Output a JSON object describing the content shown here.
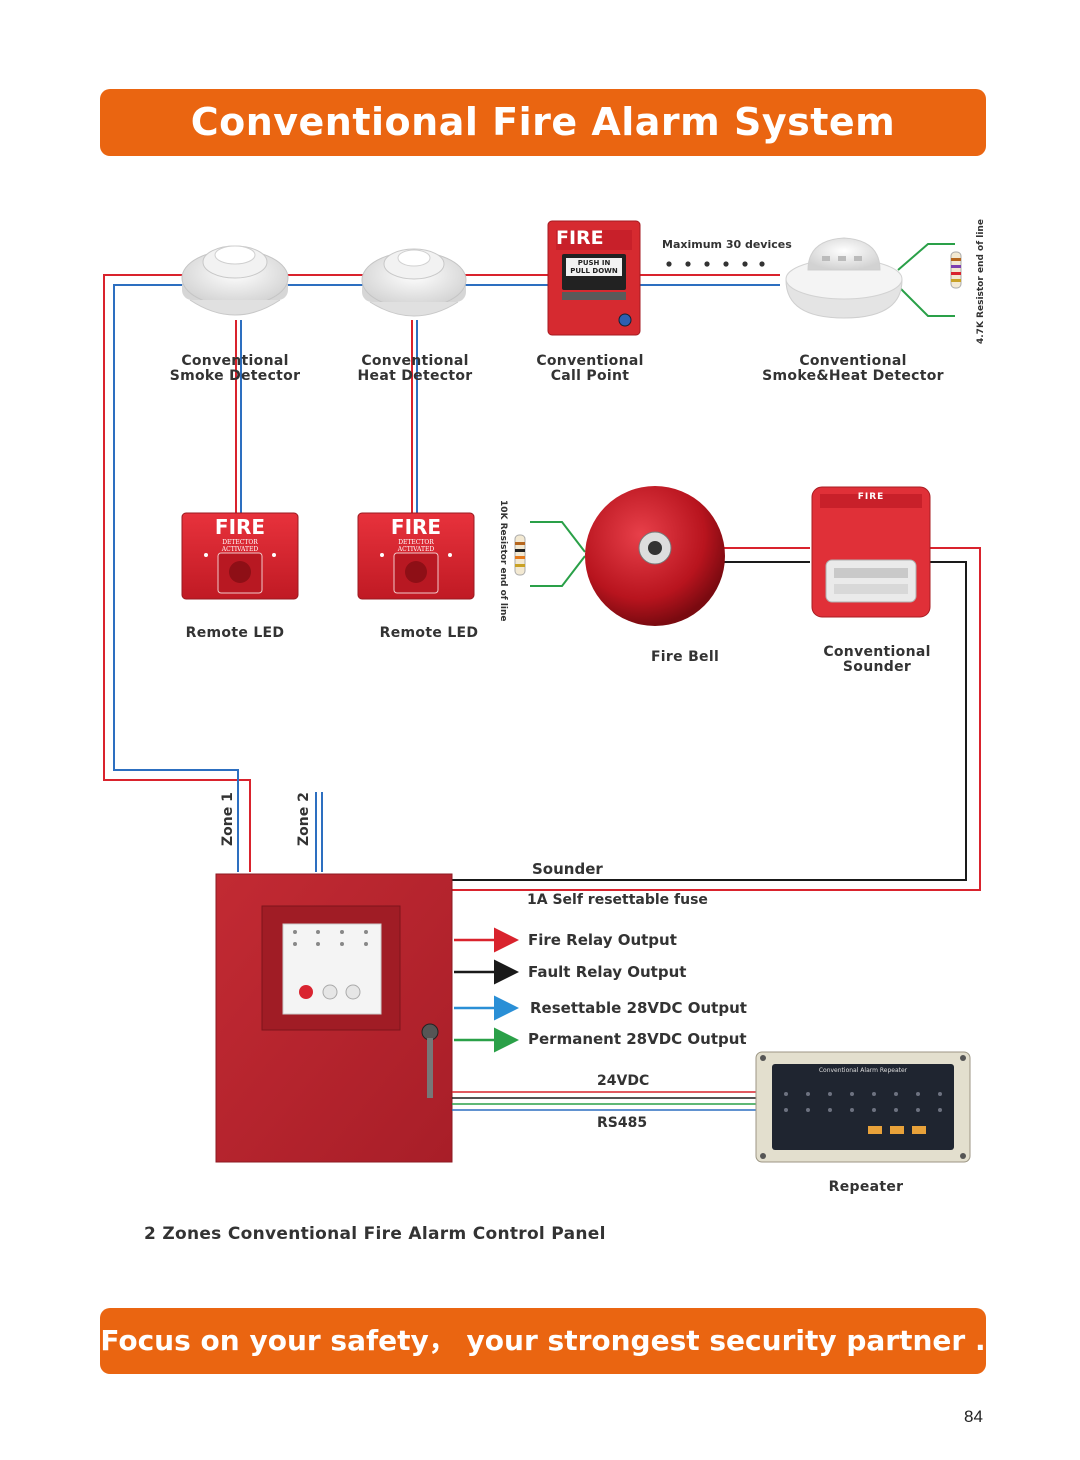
{
  "header": {
    "title": "Conventional Fire Alarm System"
  },
  "footer": {
    "slogan": "Focus on your safety， your strongest security partner .",
    "page_number": "84"
  },
  "devices": {
    "smoke_detector": {
      "line1": "Conventional",
      "line2": "Smoke Detector"
    },
    "heat_detector": {
      "line1": "Conventional",
      "line2": "Heat Detector"
    },
    "call_point": {
      "line1": "Conventional",
      "line2": "Call Point",
      "fire_text": "FIRE",
      "push_text": "PUSH IN",
      "pull_text": "PULL DOWN"
    },
    "smoke_heat_detector": {
      "line1": "Conventional",
      "line2": "Smoke&Heat Detector"
    },
    "remote_led_1": {
      "label": "Remote LED",
      "fire_text": "FIRE",
      "sub1": "DETECTOR",
      "sub2": "ACTIVATED"
    },
    "remote_led_2": {
      "label": "Remote LED",
      "fire_text": "FIRE",
      "sub1": "DETECTOR",
      "sub2": "ACTIVATED"
    },
    "fire_bell": {
      "label": "Fire Bell"
    },
    "sounder": {
      "line1": "Conventional",
      "line2": "Sounder",
      "fire_text": "FIRE"
    },
    "repeater": {
      "label": "Repeater",
      "title": "Conventional Alarm Repeater"
    },
    "panel": {
      "caption": "2 Zones Conventional Fire Alarm Control Panel"
    }
  },
  "annotations": {
    "max_devices": "Maximum 30 devices",
    "resistor_47k": "4.7K Resistor end of line",
    "resistor_10k": "10K Resistor end of line",
    "zone1": "Zone 1",
    "zone2": "Zone 2"
  },
  "connections": {
    "sounder": "Sounder",
    "fuse": "1A Self resettable fuse",
    "v24": "24VDC",
    "rs485": "RS485"
  },
  "outputs": [
    {
      "label": "Fire Relay Output",
      "color": "#d9232d"
    },
    {
      "label": "Fault Relay Output",
      "color": "#1a1a1a"
    },
    {
      "label": "Resettable 28VDC Output",
      "color": "#2a8fd6"
    },
    {
      "label": "Permanent 28VDC Output",
      "color": "#2aa048"
    }
  ],
  "colors": {
    "accent": "#ea6511",
    "wire_red": "#d9232d",
    "wire_blue": "#2d6fc0",
    "panel_red": "#b8262f"
  }
}
